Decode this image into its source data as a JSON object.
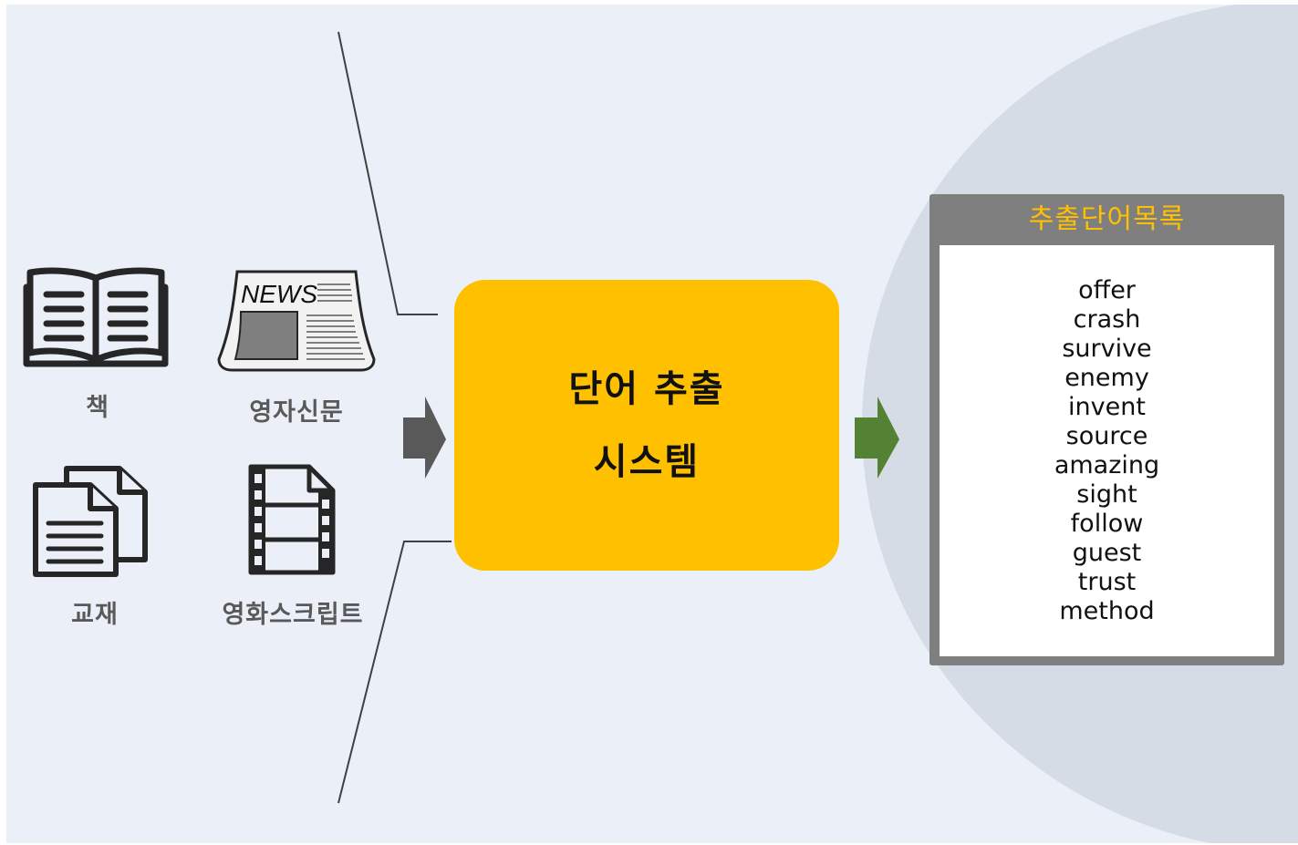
{
  "sources": [
    {
      "label": "책",
      "icon": "open-book-icon"
    },
    {
      "label": "영자신문",
      "icon": "newspaper-icon"
    },
    {
      "label": "교재",
      "icon": "documents-icon"
    },
    {
      "label": "영화스크립트",
      "icon": "film-script-icon"
    }
  ],
  "newspaper": {
    "masthead": "NEWS"
  },
  "system": {
    "line1": "단어 추출",
    "line2": "시스템"
  },
  "output": {
    "title": "추출단어목록",
    "words": [
      "offer",
      "crash",
      "survive",
      "enemy",
      "invent",
      "source",
      "amazing",
      "sight",
      "follow",
      "guest",
      "trust",
      "method"
    ]
  },
  "colors": {
    "background": "#ebf0f8",
    "right_zone": "#d6dce6",
    "system_box": "#ffc000",
    "panel": "#7f7f7f",
    "panel_title": "#ffc000",
    "input_arrow": "#595959",
    "output_arrow": "#548235"
  }
}
